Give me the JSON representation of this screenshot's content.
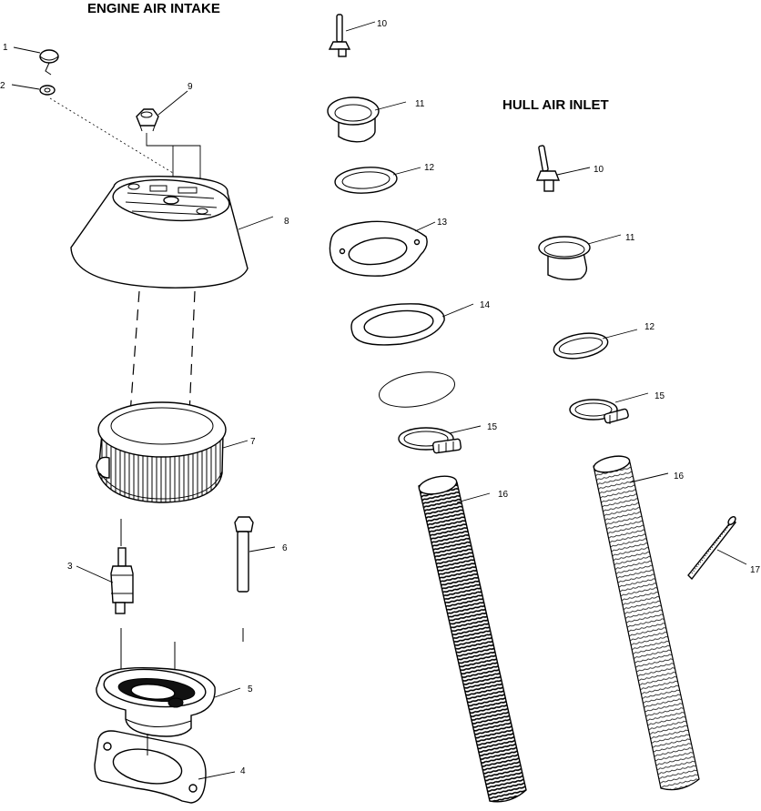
{
  "titles": {
    "engine": "ENGINE AIR INTAKE",
    "hull": "HULL AIR INLET"
  },
  "callouts": {
    "c1": "1",
    "c2": "2",
    "c3": "3",
    "c4": "4",
    "c5": "5",
    "c6": "6",
    "c7": "7",
    "c8": "8",
    "c9": "9",
    "c10a": "10",
    "c11a": "11",
    "c12a": "12",
    "c13": "13",
    "c14": "14",
    "c15a": "15",
    "c16a": "16",
    "c10b": "10",
    "c11b": "11",
    "c12b": "12",
    "c15b": "15",
    "c16b": "16",
    "c17": "17"
  },
  "colors": {
    "line": "#000000",
    "background": "#ffffff"
  }
}
